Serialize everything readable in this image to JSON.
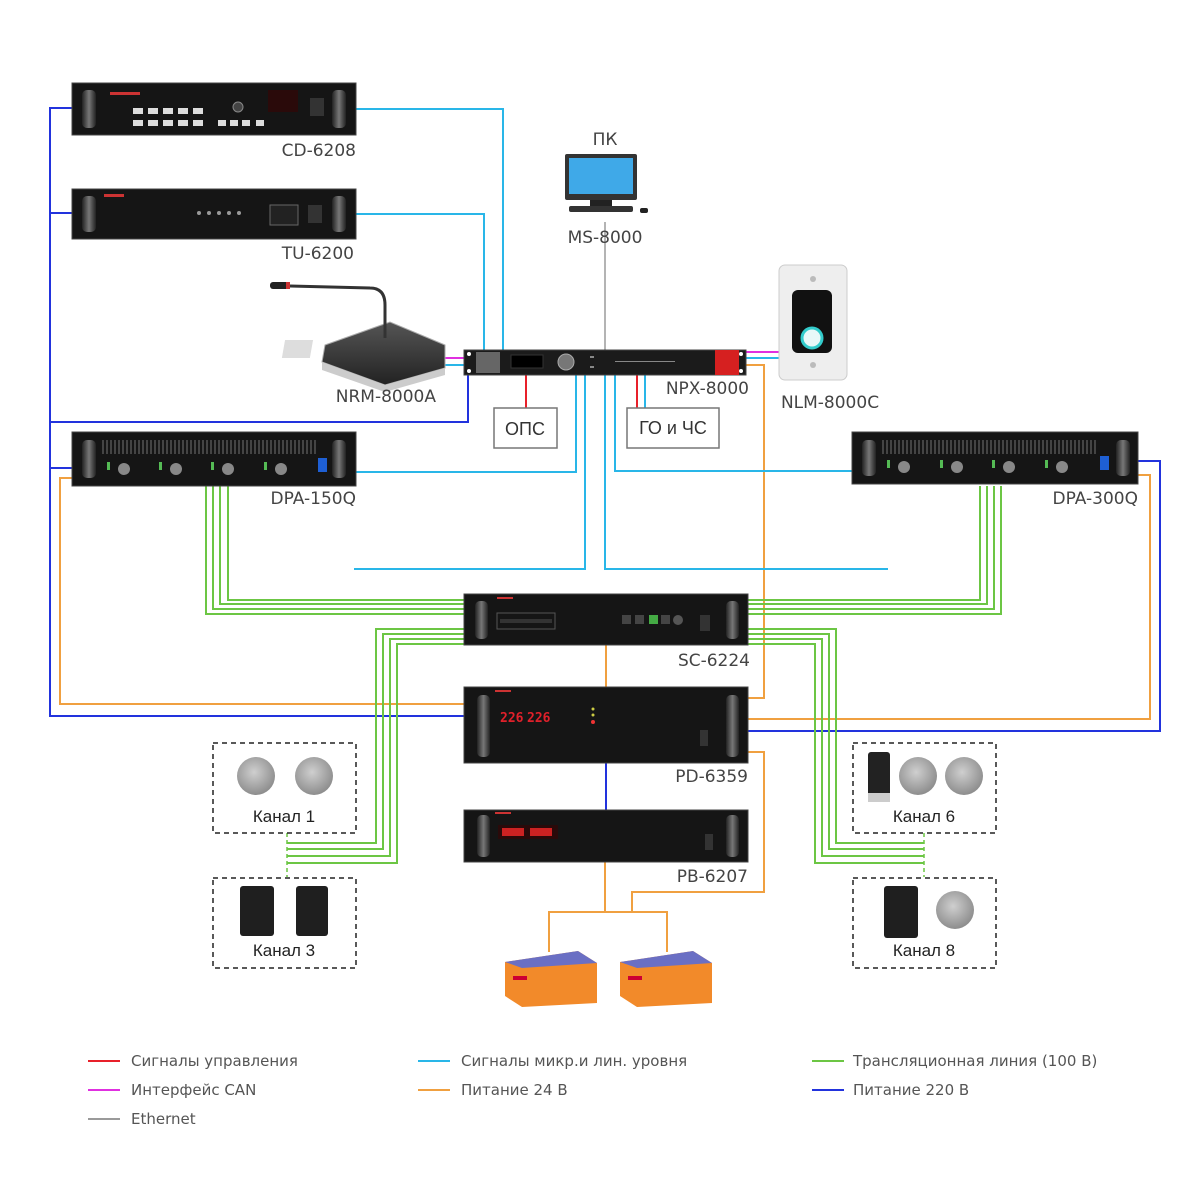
{
  "title": "Схема подключения оборудования NPX-8000",
  "colors": {
    "control": "#e8202a",
    "can": "#e030e0",
    "ethernet": "#9a9a9a",
    "signal": "#29b6e8",
    "power24": "#f0a040",
    "line100": "#6cc644",
    "power220": "#2233dd"
  },
  "devices": {
    "cd": "CD-6208",
    "tu": "TU-6200",
    "nrm": "NRM-8000A",
    "npx": "NPX-8000",
    "nlm": "NLM-8000C",
    "pc_title": "ПК",
    "ms": "MS-8000",
    "dpa150": "DPA-150Q",
    "dpa300": "DPA-300Q",
    "sc": "SC-6224",
    "pd": "PD-6359",
    "pb": "PB-6207"
  },
  "boxes": {
    "ops": "ОПС",
    "go": "ГО и ЧС"
  },
  "pd_display": [
    "226",
    "226"
  ],
  "channels": [
    "Канал 1",
    "Канал 3",
    "Канал 6",
    "Канал 8"
  ],
  "legend": [
    {
      "label": "Сигналы управления",
      "color": "#e8202a"
    },
    {
      "label": "Интерфейс CAN",
      "color": "#e030e0"
    },
    {
      "label": "Ethernet",
      "color": "#9a9a9a"
    },
    {
      "label": "Сигналы микр.и лин. уровня",
      "color": "#29b6e8"
    },
    {
      "label": "Питание 24 В",
      "color": "#f0a040"
    },
    {
      "label": "Трансляционная линия (100 В)",
      "color": "#6cc644"
    },
    {
      "label": "Питание 220 В",
      "color": "#2233dd"
    }
  ]
}
